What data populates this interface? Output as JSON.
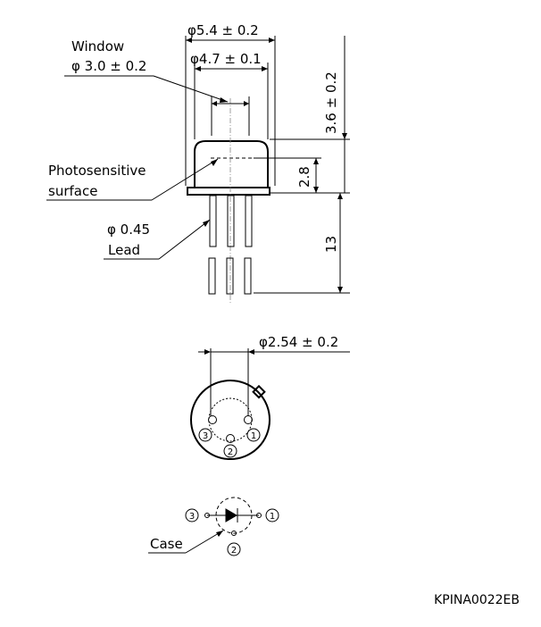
{
  "side_view": {
    "window_label": "Window",
    "window_dia": "φ 3.0 ± 0.2",
    "outer_dia": "φ5.4 ± 0.2",
    "inner_dia": "φ4.7 ± 0.1",
    "height_dim": "3.6 ± 0.2",
    "surface_dim": "2.8",
    "lead_len_dim": "13",
    "photo_label_1": "Photosensitive",
    "photo_label_2": "surface",
    "lead_dia": "φ 0.45",
    "lead_label": "Lead"
  },
  "bottom_view": {
    "pin_spacing": "φ2.54 ± 0.2",
    "pin1": "1",
    "pin2": "2",
    "pin3": "3"
  },
  "schematic": {
    "pin1": "1",
    "pin2": "2",
    "pin3": "3",
    "case_label": "Case"
  },
  "doc_code": "KPINA0022EB"
}
